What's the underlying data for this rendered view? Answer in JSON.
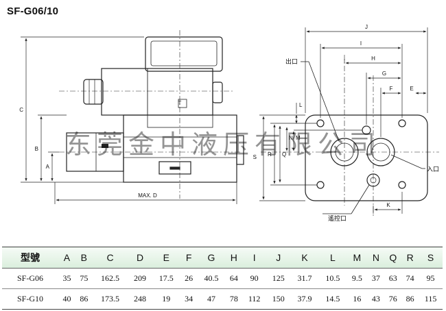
{
  "title": "SF-G06/10",
  "watermark": "东莞金中液压有限公司",
  "side_view": {
    "dims": {
      "a": "A",
      "b": "B",
      "c": "C",
      "max_d": "MAX. D"
    },
    "t_label": "T"
  },
  "port_view": {
    "dims": {
      "j": "J",
      "i": "I",
      "h": "H",
      "g": "G",
      "f": "F",
      "e": "E",
      "l": "L",
      "m": "M",
      "n": "N",
      "q": "Q",
      "r": "R",
      "s": "S",
      "k": "K"
    },
    "labels": {
      "outlet": "出口",
      "inlet": "入口",
      "pilot": "遙控口"
    }
  },
  "table": {
    "header_model": "型號",
    "columns": [
      "A",
      "B",
      "C",
      "D",
      "E",
      "F",
      "G",
      "H",
      "I",
      "J",
      "K",
      "L",
      "M",
      "N",
      "Q",
      "R",
      "S"
    ],
    "rows": [
      {
        "model": "SF-G06",
        "values": [
          "35",
          "75",
          "162.5",
          "209",
          "17.5",
          "26",
          "40.5",
          "64",
          "90",
          "125",
          "31.7",
          "10.5",
          "9.5",
          "37",
          "63",
          "74",
          "95"
        ]
      },
      {
        "model": "SF-G10",
        "values": [
          "40",
          "86",
          "173.5",
          "248",
          "19",
          "34",
          "47",
          "78",
          "112",
          "150",
          "37.9",
          "14.5",
          "16",
          "43",
          "76",
          "86",
          "115"
        ]
      }
    ]
  }
}
